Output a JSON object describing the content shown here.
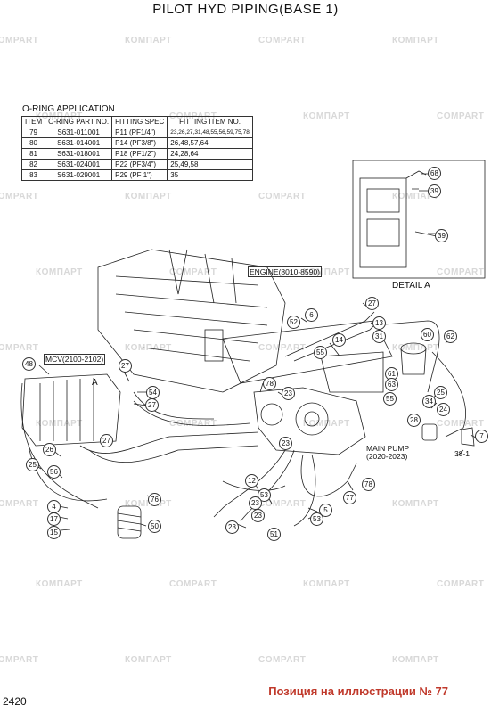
{
  "title": "PILOT HYD PIPING(BASE 1)",
  "oring": {
    "heading": "O-RING APPLICATION",
    "columns": [
      "ITEM",
      "O-RING PART NO.",
      "FITTING SPEC",
      "FITTING ITEM NO."
    ],
    "rows": [
      [
        "79",
        "S631-011001",
        "P11 (PF1/4\")",
        "23,26,27,31,48,55,56,59,75,78"
      ],
      [
        "80",
        "S631-014001",
        "P14 (PF3/8\")",
        "26,48,57,64"
      ],
      [
        "81",
        "S631-018001",
        "P18 (PF1/2\")",
        "24,28,64"
      ],
      [
        "82",
        "S631-024001",
        "P22 (PF3/4\")",
        "25,49,58"
      ],
      [
        "83",
        "S631-029001",
        "P29 (PF  1\")",
        "35"
      ]
    ]
  },
  "labels": {
    "engine": "ENGINE(8010-8590)",
    "mcv": "MCV(2100-2102)",
    "main_pump_1": "MAIN PUMP",
    "main_pump_2": "(2020-2023)",
    "detail_a": "DETAIL A",
    "letter_a": "A",
    "sub_38_1": "38-1"
  },
  "callouts": [
    "68",
    "39",
    "39",
    "52",
    "6",
    "27",
    "13",
    "31",
    "14",
    "55",
    "60",
    "62",
    "48",
    "27",
    "54",
    "27",
    "78",
    "23",
    "61",
    "63",
    "25",
    "34",
    "24",
    "55",
    "28",
    "7",
    "27",
    "26",
    "25",
    "56",
    "23",
    "78",
    "76",
    "12",
    "53",
    "23",
    "77",
    "4",
    "17",
    "15",
    "50",
    "23",
    "5",
    "53",
    "23",
    "51"
  ],
  "watermark": "КОМПАРТ",
  "watermark2": "COMPART",
  "page_number": "2420",
  "caption": "Позиция на иллюстрации № 77",
  "colors": {
    "line": "#222222",
    "watermark": "#d8d8d8",
    "caption": "#c0392b"
  }
}
